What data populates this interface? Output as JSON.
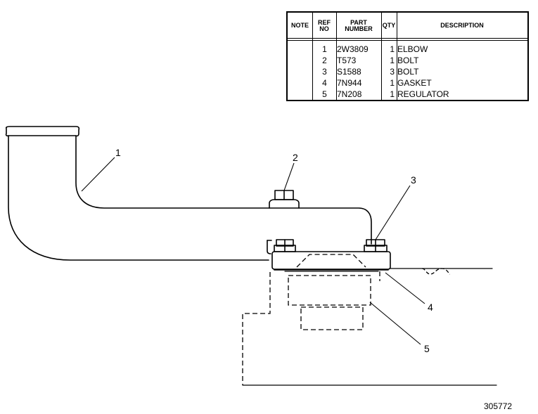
{
  "table": {
    "headers": {
      "note": "NOTE",
      "ref_no": [
        "REF",
        "NO"
      ],
      "part_number": [
        "PART",
        "NUMBER"
      ],
      "qty": "QTY",
      "description": "DESCRIPTION"
    },
    "rows": [
      {
        "ref": "1",
        "part": "2W3809",
        "qty": "1",
        "desc": "ELBOW"
      },
      {
        "ref": "2",
        "part": "T573",
        "qty": "1",
        "desc": "BOLT"
      },
      {
        "ref": "3",
        "part": "S1588",
        "qty": "3",
        "desc": "BOLT"
      },
      {
        "ref": "4",
        "part": "7N944",
        "qty": "1",
        "desc": "GASKET"
      },
      {
        "ref": "5",
        "part": "7N208",
        "qty": "1",
        "desc": "REGULATOR"
      }
    ]
  },
  "callouts": [
    "1",
    "2",
    "3",
    "4",
    "5"
  ],
  "drawing_number": "305772"
}
